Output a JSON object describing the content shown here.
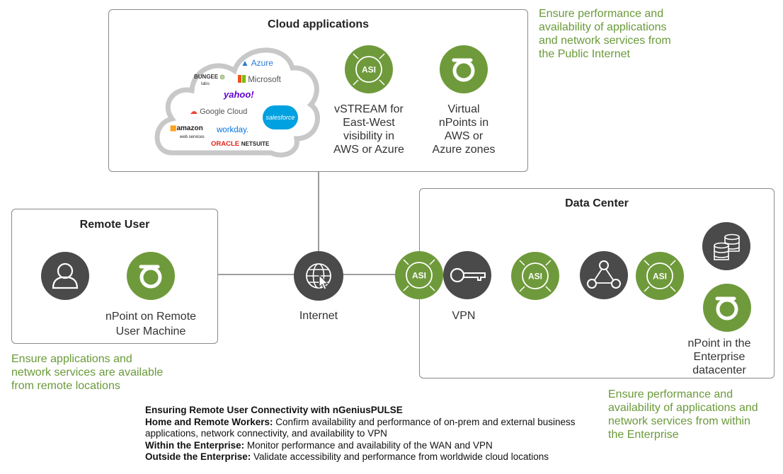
{
  "cloud": {
    "title": "Cloud applications",
    "logos": {
      "azure": "Azure",
      "bungee": "BUNGEE",
      "bungee_sub": "labs",
      "microsoft": "Microsoft",
      "yahoo": "yahoo!",
      "google": "Google Cloud",
      "salesforce": "salesforce",
      "amazon": "amazon",
      "amazon_sub": "web services",
      "workday": "workday.",
      "oracle": "ORACLE",
      "netsuite": "NETSUITE"
    },
    "vstream_lines": [
      "vSTREAM for",
      "East-West",
      "visibility in",
      "AWS or Azure"
    ],
    "virtual_lines": [
      "Virtual",
      "nPoints in",
      "AWS or",
      "Azure zones"
    ]
  },
  "remote": {
    "title": "Remote User",
    "npoint_lines": [
      "nPoint on Remote",
      "User Machine"
    ]
  },
  "internet": {
    "label": "Internet"
  },
  "datacenter": {
    "title": "Data Center",
    "vpn_label": "VPN",
    "npoint_lines": [
      "nPoint in the",
      "Enterprise",
      "datacenter"
    ]
  },
  "badge_text": "ASI",
  "notes": {
    "cloud": [
      "Ensure performance and",
      "availability of applications",
      "and network services from",
      "the Public Internet"
    ],
    "remote": [
      "Ensure applications and",
      "network services are available",
      "from remote locations"
    ],
    "enterprise": [
      "Ensure performance and",
      "availability of applications and",
      "network services from within",
      "the Enterprise"
    ]
  },
  "legend": {
    "heading": "Ensuring Remote User Connectivity with nGeniusPULSE",
    "items": [
      {
        "label": "Home and Remote Workers:",
        "text": " Confirm availability and performance of on-prem and external business applications, network connectivity, and availability to VPN"
      },
      {
        "label": "Within the Enterprise:",
        "text": " Monitor performance and availability of the WAN and VPN"
      },
      {
        "label": "Outside the Enterprise:",
        "text": " Validate accessibility and performance from worldwide cloud locations"
      }
    ]
  },
  "colors": {
    "green": "#6f9a3b",
    "dark_gray": "#4a4a4a",
    "note_green": "#6a9a3a",
    "border": "#8a8a8a"
  },
  "icons": [
    "person-icon",
    "npoint-icon",
    "asi-icon",
    "globe-cursor-icon",
    "key-icon",
    "network-triangle-icon",
    "database-icon",
    "cloud-icon"
  ]
}
